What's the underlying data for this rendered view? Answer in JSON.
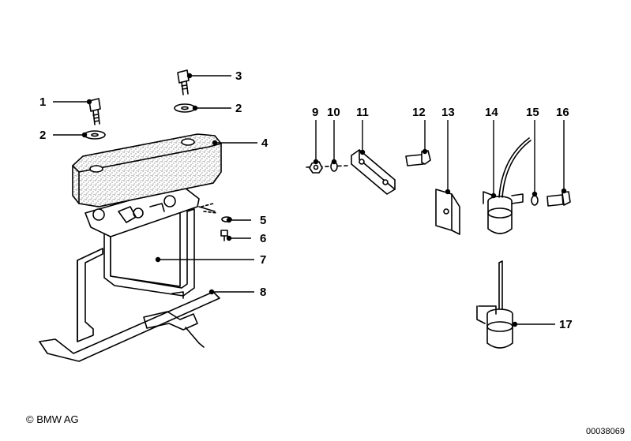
{
  "labels": [
    {
      "n": "1"
    },
    {
      "n": "2"
    },
    {
      "n": "3"
    },
    {
      "n": "2"
    },
    {
      "n": "4"
    },
    {
      "n": "5"
    },
    {
      "n": "6"
    },
    {
      "n": "7"
    },
    {
      "n": "8"
    },
    {
      "n": "9"
    },
    {
      "n": "10"
    },
    {
      "n": "11"
    },
    {
      "n": "12"
    },
    {
      "n": "13"
    },
    {
      "n": "14"
    },
    {
      "n": "15"
    },
    {
      "n": "16"
    },
    {
      "n": "17"
    }
  ],
  "copyright": "© BMW AG",
  "doc_number": "00038069"
}
